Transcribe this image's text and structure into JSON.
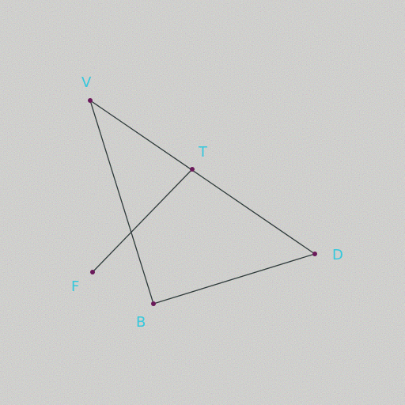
{
  "diagram": {
    "points": [
      {
        "id": "V",
        "label": "V"
      },
      {
        "id": "T",
        "label": "T"
      },
      {
        "id": "D",
        "label": "D"
      },
      {
        "id": "B",
        "label": "B"
      },
      {
        "id": "F",
        "label": "F"
      }
    ],
    "segments": [
      {
        "from": "V",
        "to": "D"
      },
      {
        "from": "V",
        "to": "B"
      },
      {
        "from": "B",
        "to": "D"
      },
      {
        "from": "F",
        "to": "T"
      }
    ],
    "colors": {
      "line": "#2e3a3a",
      "point": "#6a1a5a",
      "label": "#35c8dc",
      "background": "#e9e9e4"
    }
  }
}
